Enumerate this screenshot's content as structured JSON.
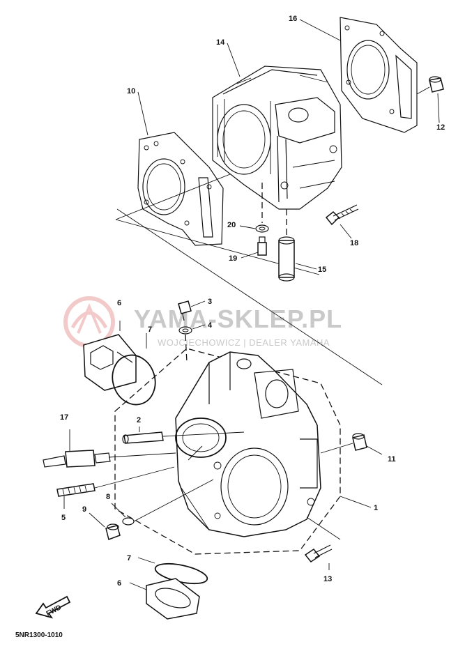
{
  "watermark": {
    "title": "YAMA-SKLEP.PL",
    "subtitle": "WOJCIECHOWICZ | DEALER YAMAHA",
    "logo_color": "#e8a0a0",
    "text_color": "#c9c9c9"
  },
  "diagram_code": "5NR1300-1010",
  "direction_mark": "FWD",
  "callouts": {
    "c1": "1",
    "c2": "2",
    "c3": "3",
    "c4": "4",
    "c5": "5",
    "c6a": "6",
    "c6b": "6",
    "c7a": "7",
    "c7b": "7",
    "c8": "8",
    "c9": "9",
    "c10": "10",
    "c11": "11",
    "c12": "12",
    "c13": "13",
    "c14": "14",
    "c15": "15",
    "c16": "16",
    "c17": "17",
    "c18": "18",
    "c19": "19",
    "c20": "20"
  }
}
